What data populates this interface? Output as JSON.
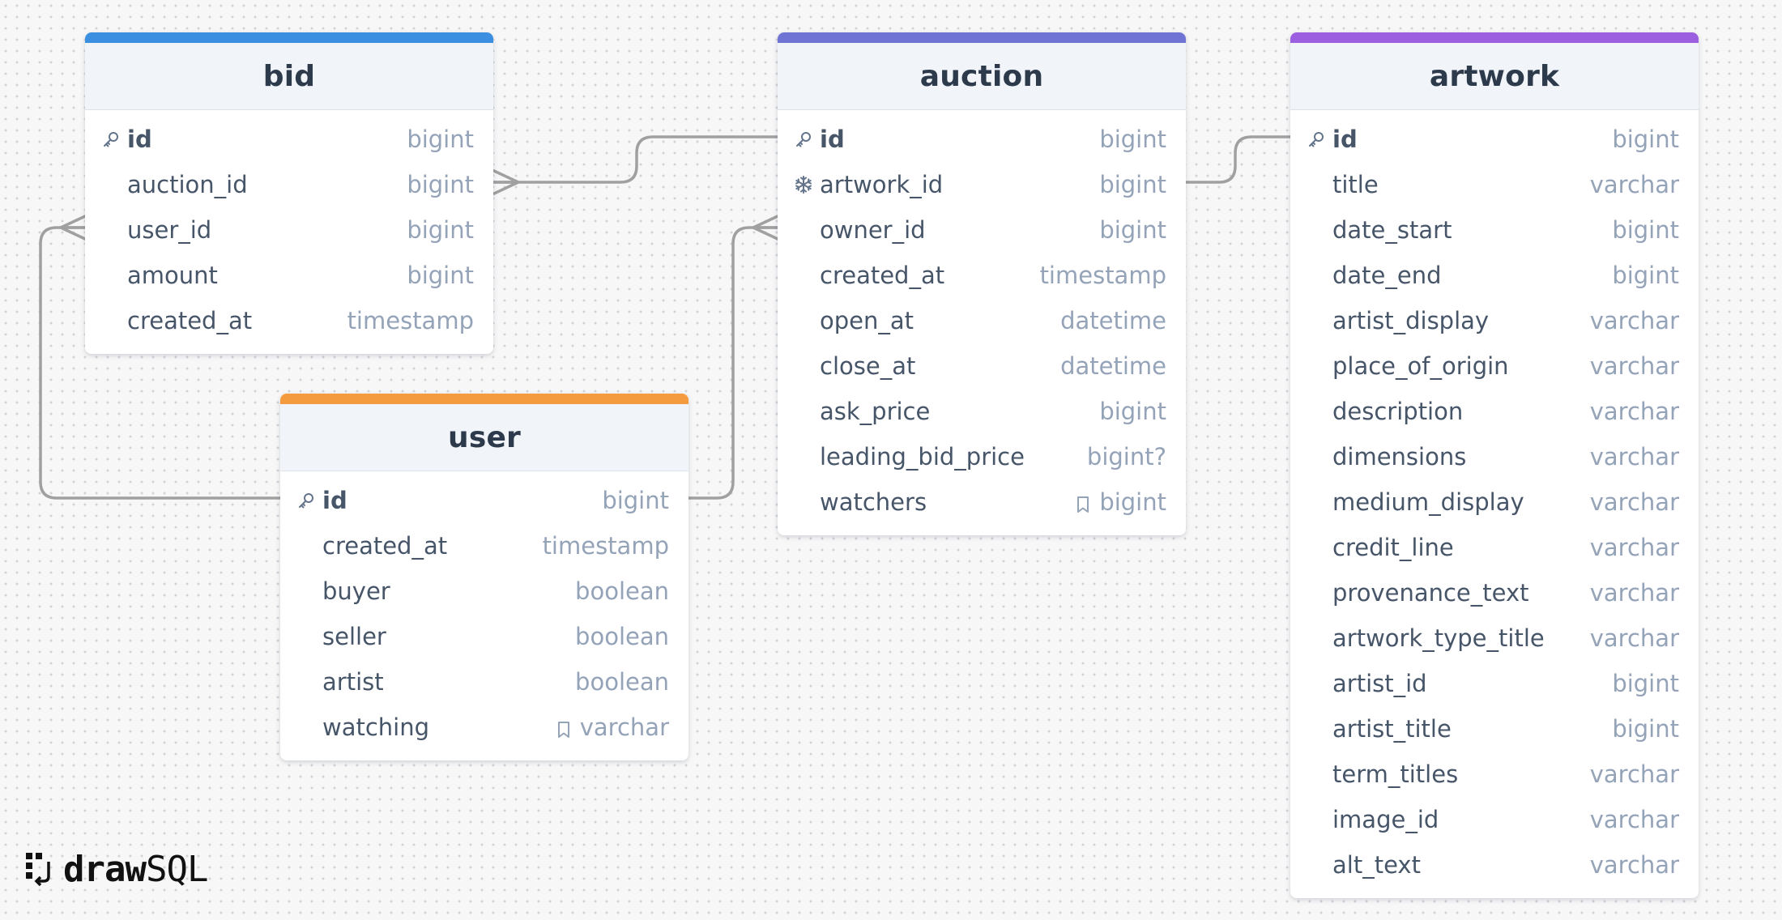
{
  "brand": {
    "name_bold": "draw",
    "name_light": "SQL"
  },
  "colors": {
    "bid": "#3b8fe0",
    "auction": "#6f73d4",
    "artwork": "#9b5fe0",
    "user": "#f59b3f",
    "link": "#a0a0a0"
  },
  "tables": {
    "bid": {
      "title": "bid",
      "columns": [
        {
          "name": "id",
          "type": "bigint",
          "icon": "key-icon",
          "pk": true
        },
        {
          "name": "auction_id",
          "type": "bigint"
        },
        {
          "name": "user_id",
          "type": "bigint"
        },
        {
          "name": "amount",
          "type": "bigint"
        },
        {
          "name": "created_at",
          "type": "timestamp"
        }
      ]
    },
    "auction": {
      "title": "auction",
      "columns": [
        {
          "name": "id",
          "type": "bigint",
          "icon": "key-icon",
          "pk": true
        },
        {
          "name": "artwork_id",
          "type": "bigint",
          "icon": "snowflake-icon"
        },
        {
          "name": "owner_id",
          "type": "bigint"
        },
        {
          "name": "created_at",
          "type": "timestamp"
        },
        {
          "name": "open_at",
          "type": "datetime"
        },
        {
          "name": "close_at",
          "type": "datetime"
        },
        {
          "name": "ask_price",
          "type": "bigint"
        },
        {
          "name": "leading_bid_price",
          "type": "bigint?"
        },
        {
          "name": "watchers",
          "type": "bigint",
          "type_icon": "bookmark-icon"
        }
      ]
    },
    "artwork": {
      "title": "artwork",
      "columns": [
        {
          "name": "id",
          "type": "bigint",
          "icon": "key-icon",
          "pk": true
        },
        {
          "name": "title",
          "type": "varchar"
        },
        {
          "name": "date_start",
          "type": "bigint"
        },
        {
          "name": "date_end",
          "type": "bigint"
        },
        {
          "name": "artist_display",
          "type": "varchar"
        },
        {
          "name": "place_of_origin",
          "type": "varchar"
        },
        {
          "name": "description",
          "type": "varchar"
        },
        {
          "name": "dimensions",
          "type": "varchar"
        },
        {
          "name": "medium_display",
          "type": "varchar"
        },
        {
          "name": "credit_line",
          "type": "varchar"
        },
        {
          "name": "provenance_text",
          "type": "varchar"
        },
        {
          "name": "artwork_type_title",
          "type": "varchar"
        },
        {
          "name": "artist_id",
          "type": "bigint"
        },
        {
          "name": "artist_title",
          "type": "bigint"
        },
        {
          "name": "term_titles",
          "type": "varchar"
        },
        {
          "name": "image_id",
          "type": "varchar"
        },
        {
          "name": "alt_text",
          "type": "varchar"
        }
      ]
    },
    "user": {
      "title": "user",
      "columns": [
        {
          "name": "id",
          "type": "bigint",
          "icon": "key-icon",
          "pk": true
        },
        {
          "name": "created_at",
          "type": "timestamp"
        },
        {
          "name": "buyer",
          "type": "boolean"
        },
        {
          "name": "seller",
          "type": "boolean"
        },
        {
          "name": "artist",
          "type": "boolean"
        },
        {
          "name": "watching",
          "type": "varchar",
          "type_icon": "bookmark-icon"
        }
      ]
    }
  },
  "relationships": [
    {
      "from": "auction.id",
      "to": "bid.auction_id",
      "cardinality": "one-to-many"
    },
    {
      "from": "user.id",
      "to": "bid.user_id",
      "cardinality": "one-to-many"
    },
    {
      "from": "user.id",
      "to": "auction.owner_id",
      "cardinality": "one-to-many"
    },
    {
      "from": "artwork.id",
      "to": "auction.artwork_id",
      "cardinality": "one-to-one"
    }
  ]
}
